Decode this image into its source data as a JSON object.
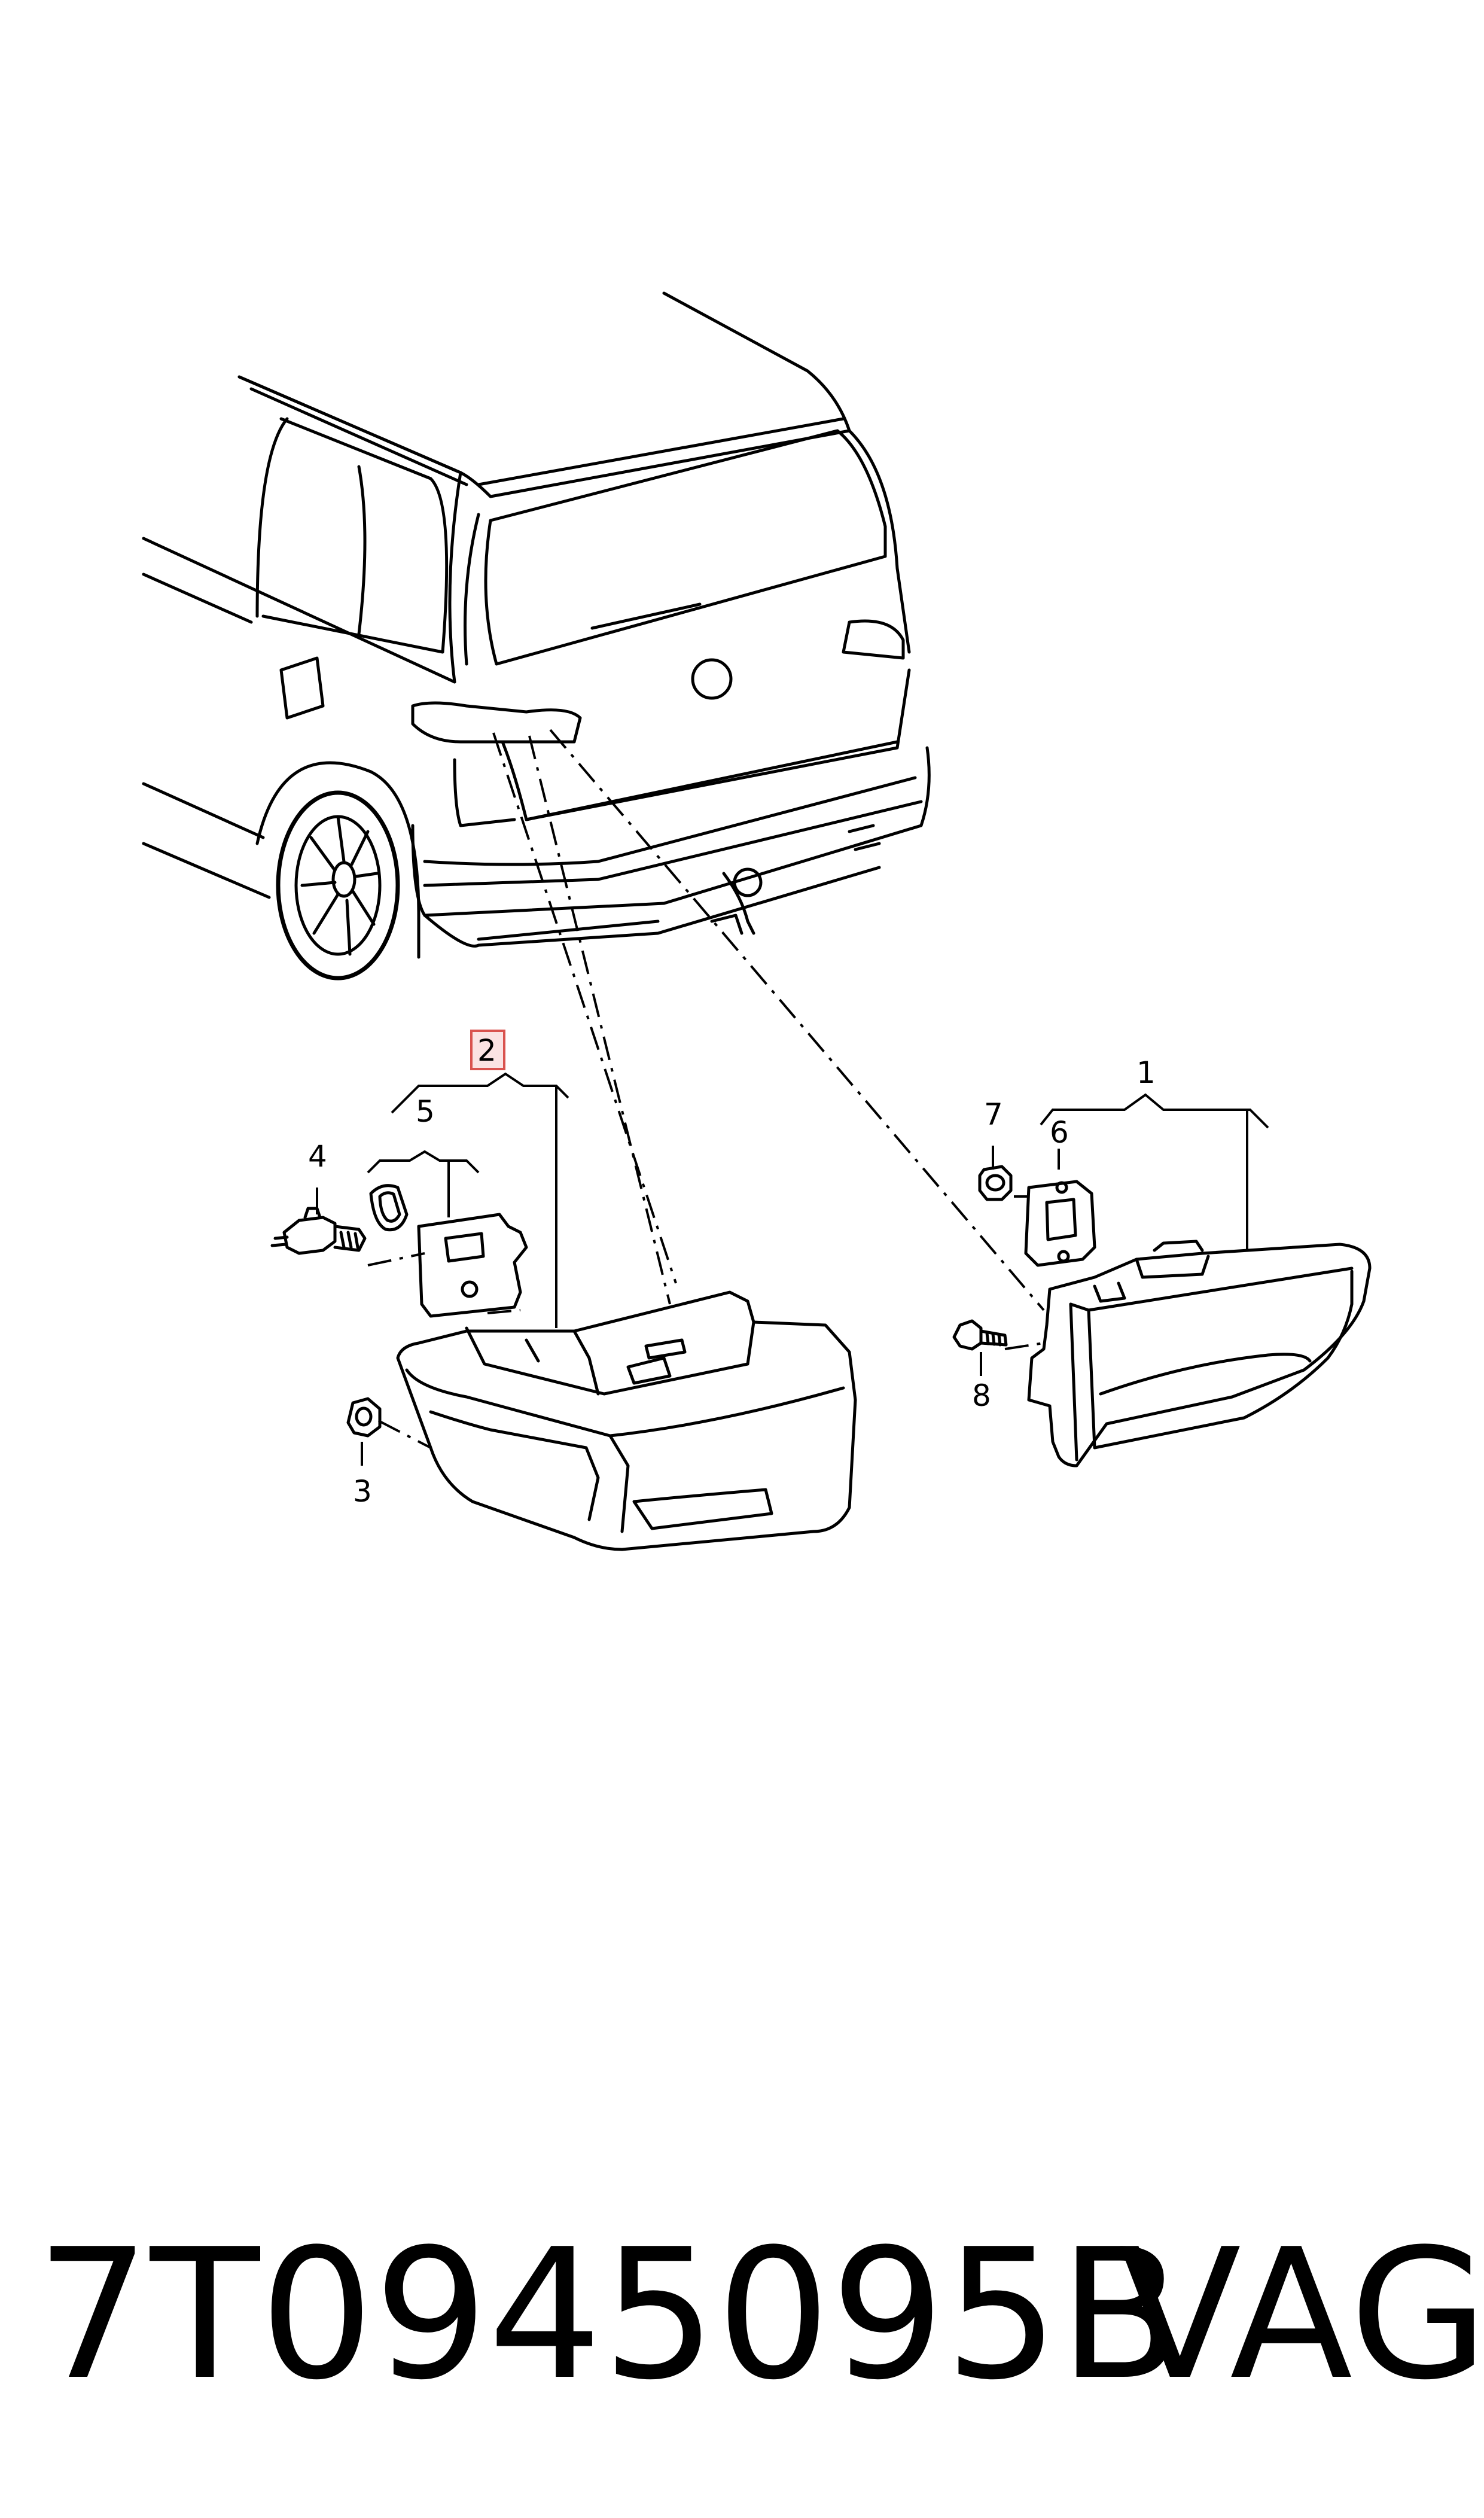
{
  "diagram": {
    "callouts": {
      "c1": "1",
      "c2": "2",
      "c3": "3",
      "c4": "4",
      "c5": "5",
      "c6": "6",
      "c7": "7",
      "c8": "8"
    },
    "highlighted_callout": "2",
    "highlight_color": "#d9534f",
    "highlight_fill": "#fbe3e3"
  },
  "footer": {
    "part_number": "7T0945095B",
    "brand": "VAG"
  }
}
